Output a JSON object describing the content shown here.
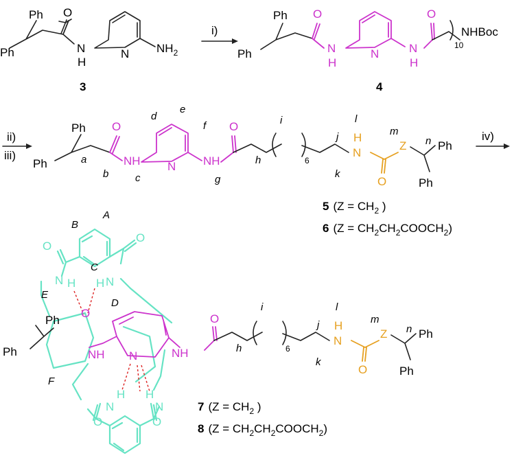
{
  "colors": {
    "black": "#222222",
    "magenta": "#cc33cc",
    "orange": "#e6a020",
    "cyan": "#66e3c4",
    "red": "#dd2222"
  },
  "atoms": {
    "ph": "Ph",
    "o": "O",
    "n": "N",
    "h": "H",
    "nh": "NH",
    "nh2": "NH",
    "nh2_sub": "2",
    "nhboc": "NHBoc",
    "z": "Z",
    "ten": "10",
    "six": "6"
  },
  "arrows": {
    "r1": "i)",
    "r2": "ii)",
    "r3": "iii)",
    "r4": "iv)"
  },
  "letters": {
    "a": "a",
    "b": "b",
    "c": "c",
    "d": "d",
    "e": "e",
    "f": "f",
    "g": "g",
    "h": "h",
    "i": "i",
    "j": "j",
    "k": "k",
    "l": "l",
    "m": "m",
    "n": "n",
    "A": "A",
    "B": "B",
    "C": "C",
    "D": "D",
    "E": "E",
    "F": "F"
  },
  "compounds": {
    "c3": "3",
    "c4": "4",
    "c5": "5",
    "c5_desc": "(Z = CH",
    "c5_sub": "2",
    "c5_end": " )",
    "c6": "6",
    "c6_desc": "(Z = CH",
    "c6_s1": "2",
    "c6_m1": "CH",
    "c6_s2": "2",
    "c6_m2": "COOCH",
    "c6_s3": "2",
    "c6_end": ")",
    "c7": "7",
    "c7_desc": "(Z = CH",
    "c7_sub": "2",
    "c7_end": " )",
    "c8": "8",
    "c8_desc": "(Z = CH",
    "c8_s1": "2",
    "c8_m1": "CH",
    "c8_s2": "2",
    "c8_m2": "COOCH",
    "c8_s3": "2",
    "c8_end": ")"
  }
}
